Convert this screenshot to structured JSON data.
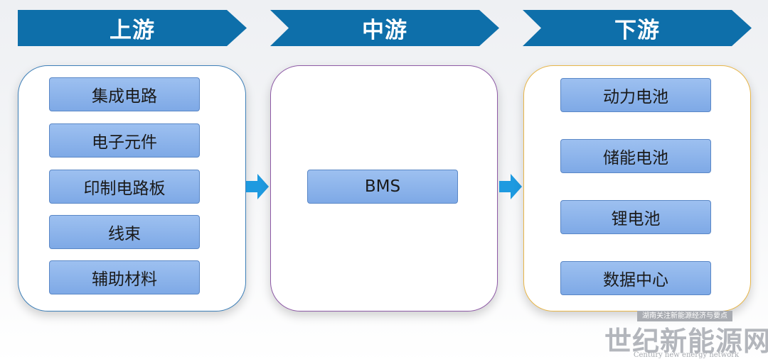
{
  "headers": [
    {
      "label": "上游"
    },
    {
      "label": "中游"
    },
    {
      "label": "下游"
    }
  ],
  "upstream_items": [
    "集成电路",
    "电子元件",
    "印制电路板",
    "线束",
    "辅助材料"
  ],
  "midstream_items": [
    "BMS"
  ],
  "downstream_items": [
    "动力电池",
    "储能电池",
    "锂电池",
    "数据中心"
  ],
  "colors": {
    "header": "#0e6faa",
    "item": "#8db5ec",
    "arrow": "#1e9ae0",
    "upstream_border": "#3d7fb8",
    "midstream_border": "#8e5aa6",
    "downstream_border": "#e8b649"
  },
  "watermark": {
    "tagline": "湖南关注新能源经济与要点",
    "name": "世纪新能源网",
    "english": "Century new energy network"
  }
}
